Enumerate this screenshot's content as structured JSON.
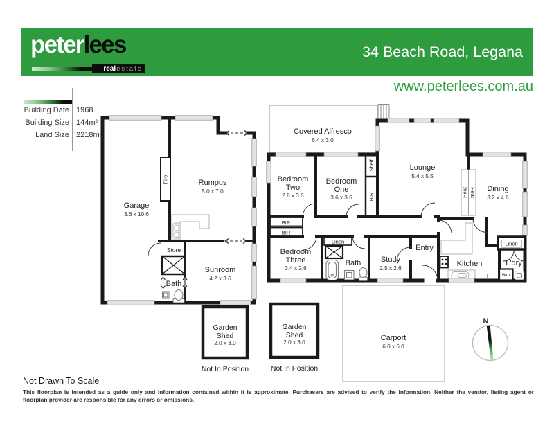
{
  "header": {
    "logo_peter": "peter",
    "logo_lees": "lees",
    "logo_real": "real",
    "logo_estate": "estate",
    "address": "34 Beach Road, Legana",
    "website": "www.peterlees.com.au"
  },
  "colors": {
    "brand_green": "#2e9b3e",
    "wall": "#1a1a1a"
  },
  "info": {
    "rows": [
      {
        "label": "Building Date",
        "value": "1968"
      },
      {
        "label": "Building Size",
        "value": "144m²"
      },
      {
        "label": "Land Size",
        "value": "2218m²"
      }
    ]
  },
  "floorplan": {
    "rooms": {
      "garage": {
        "lines": [
          "Garage",
          "3.6 x 10.6"
        ]
      },
      "rumpus": {
        "lines": [
          "Rumpus",
          "5.0 x 7.0"
        ]
      },
      "sunroom": {
        "lines": [
          "Sunroom",
          "4.2 x 3.6"
        ]
      },
      "store": {
        "lines": [
          "Store"
        ]
      },
      "bath1": {
        "lines": [
          "Bath"
        ]
      },
      "alfresco": {
        "lines": [
          "Covered Alfresco",
          "6.4 x 3.0"
        ]
      },
      "bed2": {
        "lines": [
          "Bedroom",
          "Two",
          "2.8 x 3.6"
        ]
      },
      "bed1": {
        "lines": [
          "Bedroom",
          "One",
          "3.6 x 3.6"
        ]
      },
      "bed3": {
        "lines": [
          "Bedroom",
          "Three",
          "3.4 x 2.6"
        ]
      },
      "lounge": {
        "lines": [
          "Lounge",
          "5.4 x 5.5"
        ]
      },
      "dining": {
        "lines": [
          "Dining",
          "3.2 x 4.8"
        ]
      },
      "study": {
        "lines": [
          "Study",
          "2.5 x 2.6"
        ]
      },
      "entry": {
        "lines": [
          "Entry"
        ]
      },
      "kitchen": {
        "lines": [
          "Kitchen"
        ]
      },
      "bath2": {
        "lines": [
          "Bath"
        ]
      },
      "ldry": {
        "lines": [
          "L'dry"
        ]
      },
      "carport": {
        "lines": [
          "Carport",
          "6.0 x 6.0"
        ]
      }
    },
    "features": {
      "fire": "Fire",
      "shelf": "Shelf",
      "bir": "BIR",
      "linen": "Linen",
      "heat": "Heat",
      "wm": "Wm",
      "fridge": "F"
    },
    "shed": {
      "lines": [
        "Garden",
        "Shed",
        "2.0 x 3.0"
      ],
      "note": "Not In Position"
    },
    "compass_n": "N"
  },
  "footer": {
    "scale_note": "Not Drawn To Scale",
    "disclaimer": "This floorplan is intended as a guide only and information contained within it is approximate. Purchasers are advised to verify the information. Neither the vendor, listing agent or floorplan provider are responsible for any errors or omissions."
  }
}
